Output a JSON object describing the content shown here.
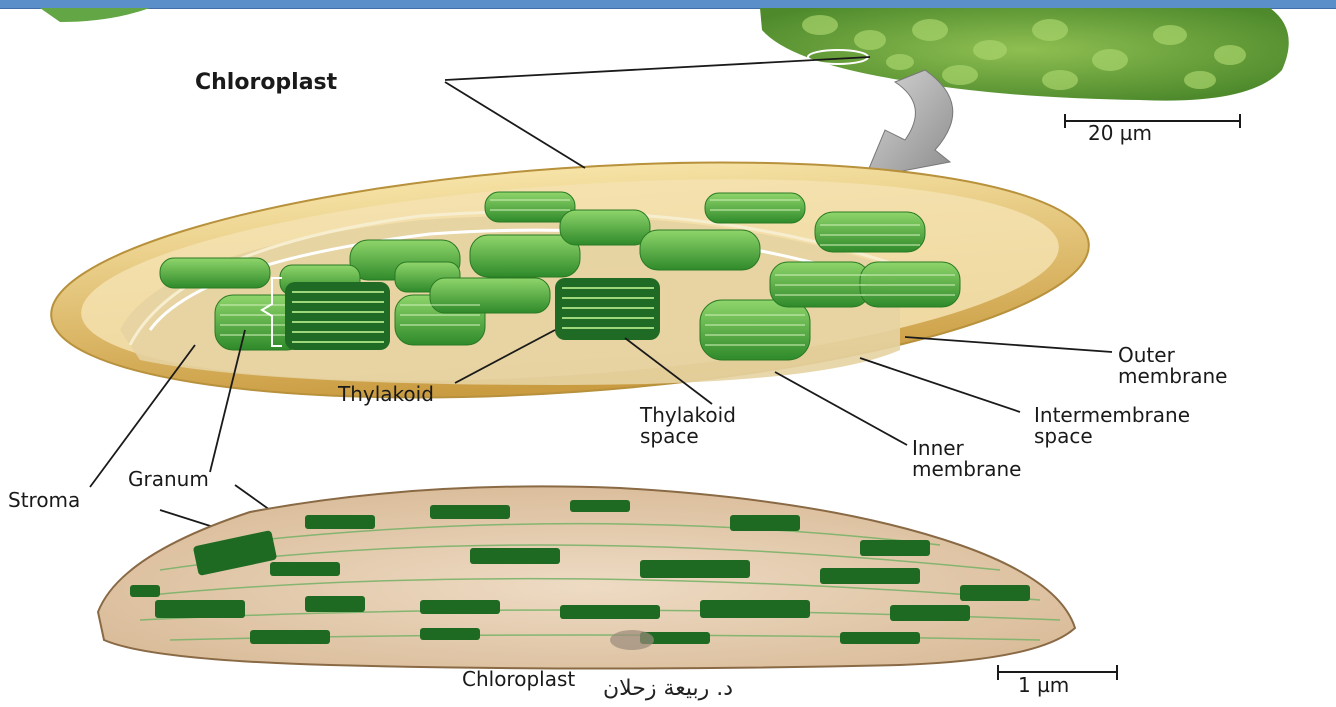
{
  "labels": {
    "chloroplast_top": "Chloroplast",
    "scale_cell": "20 µm",
    "outer_membrane_1": "Outer",
    "outer_membrane_2": "membrane",
    "intermembrane_1": "Intermembrane",
    "intermembrane_2": "space",
    "inner_membrane_1": "Inner",
    "inner_membrane_2": "membrane",
    "thylakoid": "Thylakoid",
    "thylakoid_space_1": "Thylakoid",
    "thylakoid_space_2": "space",
    "granum": "Granum",
    "stroma": "Stroma",
    "chloroplast_bottom": "Chloroplast",
    "scale_micrograph": "1 µm"
  },
  "footer": {
    "author": "د. ربيعة زحلان"
  },
  "colors": {
    "header_bar": "#5b8fc9",
    "membrane_tan": "#e8c978",
    "stroma_fill": "#f2e3b3",
    "grana_green": "#4aa83c",
    "grana_dark": "#1f6a25",
    "micrograph_bg": "#e6cfb4"
  }
}
